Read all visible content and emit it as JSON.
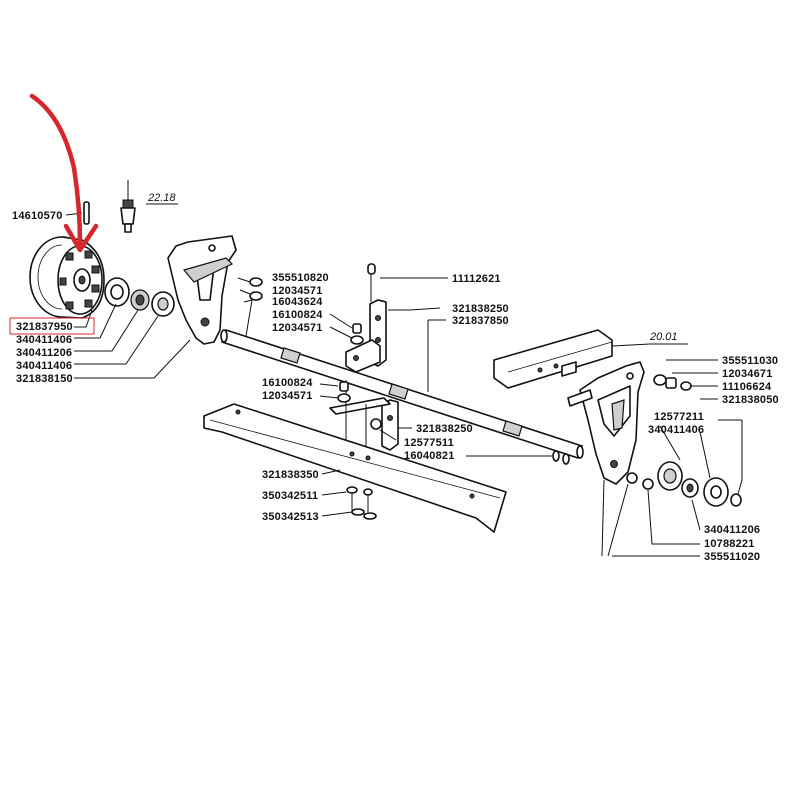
{
  "references": {
    "ref_22_18": "22.18",
    "ref_20_01": "20.01"
  },
  "annotation": {
    "arrow_color": "#d6262c",
    "highlight_color": "#d6262c",
    "highlighted_part": "321837950"
  },
  "labels": {
    "p14610570": "14610570",
    "p321837950": "321837950",
    "p340411406_a": "340411406",
    "p340411206_a": "340411206",
    "p340411406_b": "340411406",
    "p321838150": "321838150",
    "p355510820": "355510820",
    "p12034571_a": "12034571",
    "p16043624": "16043624",
    "p16100824_a": "16100824",
    "p12034571_b": "12034571",
    "p11112621": "11112621",
    "p321838250_a": "321838250",
    "p321837850": "321837850",
    "p16100824_b": "16100824",
    "p12034571_c": "12034571",
    "p321838250_b": "321838250",
    "p12577511": "12577511",
    "p16040821": "16040821",
    "p321838350": "321838350",
    "p350342511": "350342511",
    "p350342513": "350342513",
    "p355511030": "355511030",
    "p12034671": "12034671",
    "p11106624": "11106624",
    "p321838050": "321838050",
    "p12577211": "12577211",
    "p340411406_c": "340411406",
    "p340411206_b": "340411206",
    "p10788221": "10788221",
    "p355511020": "355511020"
  }
}
